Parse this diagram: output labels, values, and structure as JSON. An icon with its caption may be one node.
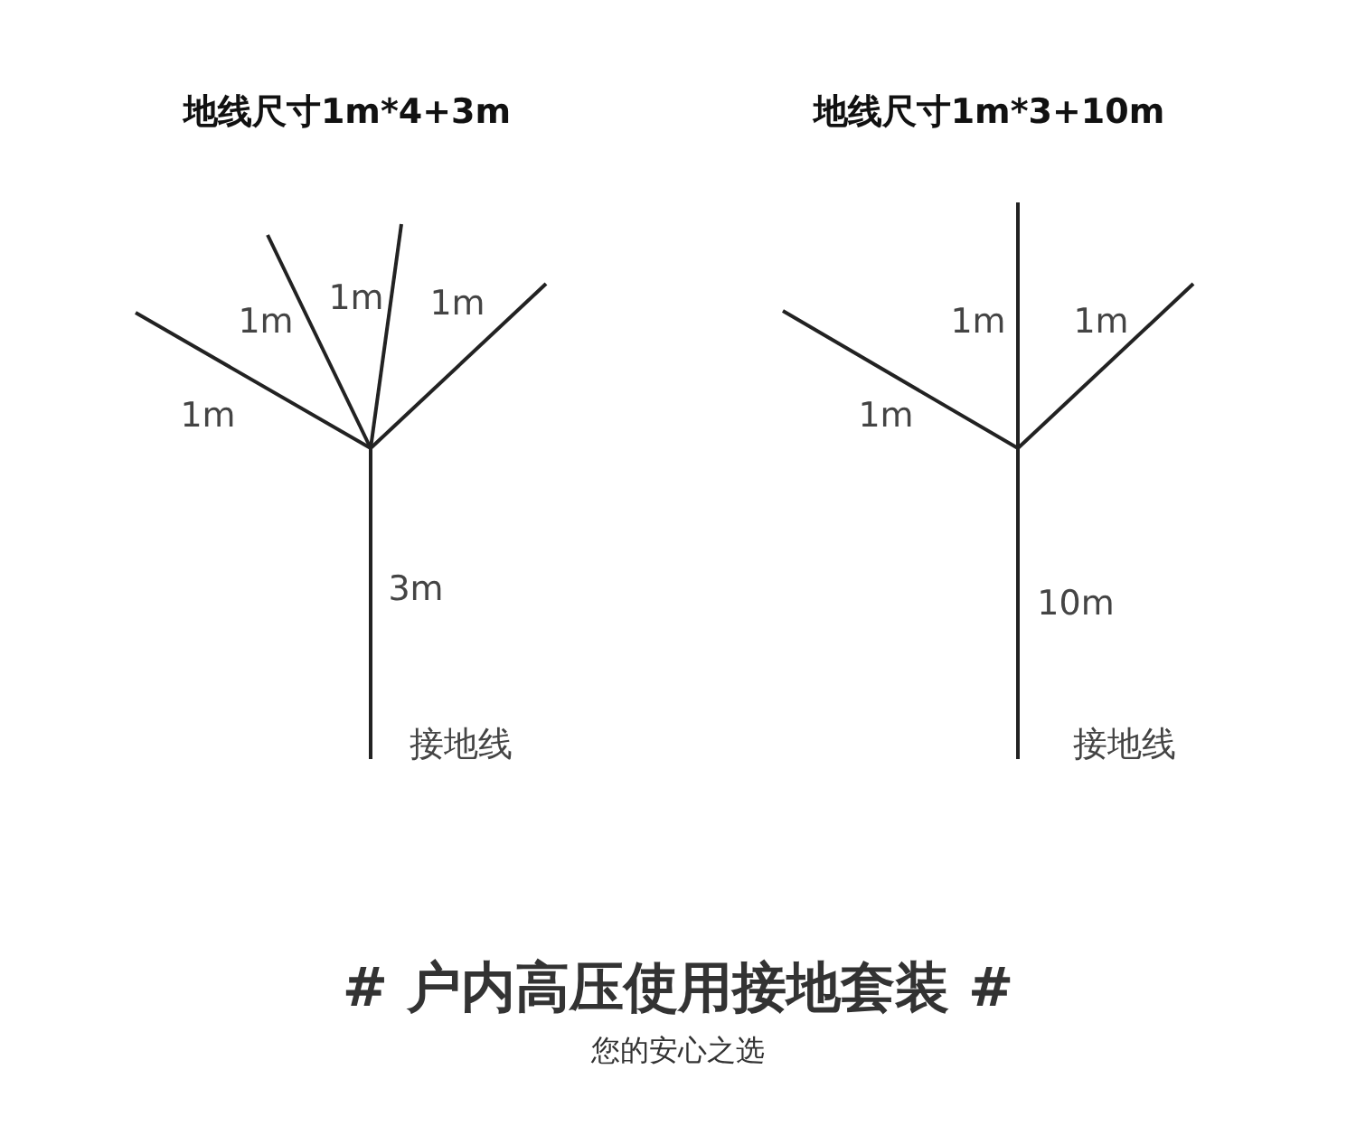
{
  "diagram": {
    "title": "# 户内高压使用接地套装 #",
    "caption": "您的安心之选",
    "labels": [
      "地线尺寸1m*4+3m",
      "1m",
      "1m",
      "1m",
      "1m",
      "3m",
      "接地线",
      "地线尺寸1m*3+10m",
      "1m",
      "1m",
      "1m",
      "10m",
      "接地线"
    ]
  }
}
